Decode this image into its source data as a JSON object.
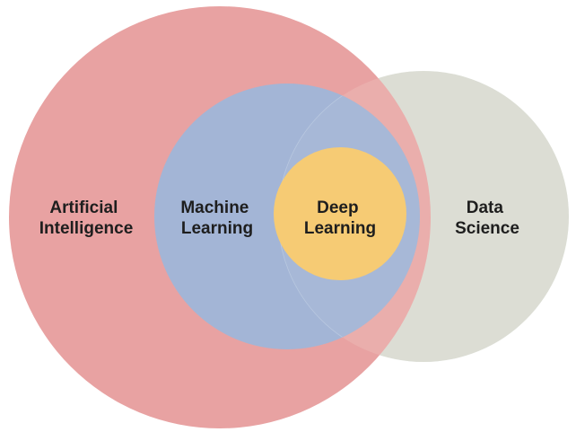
{
  "diagram": {
    "type": "venn",
    "sets": [
      {
        "id": "ai",
        "label_lines": [
          "Artificial",
          "Intelligence"
        ],
        "color": "#e8a2a2"
      },
      {
        "id": "ds",
        "label_lines": [
          "Data",
          "Science"
        ],
        "color": "#d3e8de"
      },
      {
        "id": "ml",
        "label_lines": [
          "Machine",
          "Learning"
        ],
        "color": "#a3b5d6"
      },
      {
        "id": "dl",
        "label_lines": [
          "Deep",
          "Learning"
        ],
        "color": "#f6cb74"
      }
    ],
    "relations": [
      "Deep Learning inside Machine Learning",
      "Machine Learning inside Artificial Intelligence",
      "Data Science overlaps Artificial Intelligence and Machine Learning"
    ]
  }
}
